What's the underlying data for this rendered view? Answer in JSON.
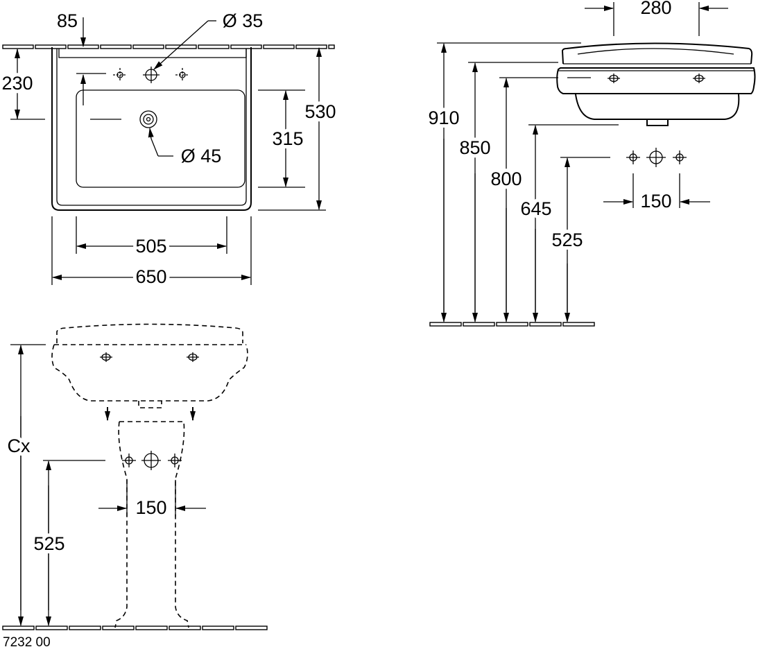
{
  "drawing_code": "7232 00",
  "top_view": {
    "dim_tap_offset": "85",
    "dim_tap_hole": "Ø 35",
    "dim_230": "230",
    "dim_waste_hole": "Ø 45",
    "dim_bowl_depth": "315",
    "dim_total_depth": "530",
    "dim_bowl_width": "505",
    "dim_total_width": "650"
  },
  "side_view": {
    "dim_280": "280",
    "dim_910": "910",
    "dim_850": "850",
    "dim_800": "800",
    "dim_645": "645",
    "dim_525": "525",
    "dim_150": "150"
  },
  "front_view": {
    "dim_cx": "Cx",
    "dim_525": "525",
    "dim_150": "150"
  }
}
